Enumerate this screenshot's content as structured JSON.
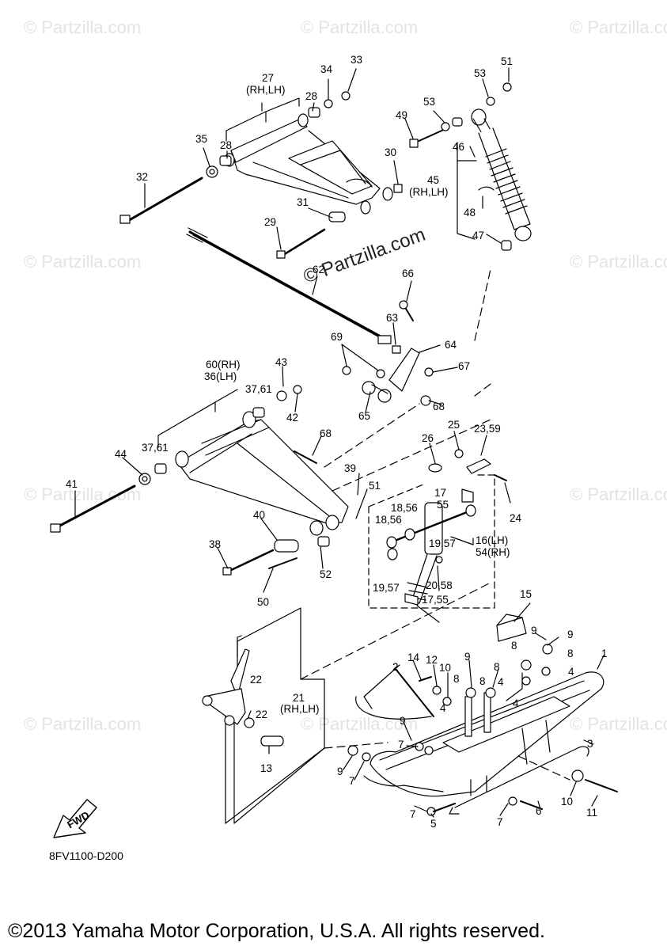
{
  "watermark": {
    "small": "© Partzilla.com",
    "large": "© Partzilla.com"
  },
  "figure_code": "8FV1100-D200",
  "fwd_label": "FWD",
  "copyright": "©2013 Yamaha Motor Corporation, U.S.A. All rights reserved.",
  "callouts": {
    "c1": "1",
    "c2": "2",
    "c3": "3",
    "c4a": "4",
    "c4b": "4",
    "c4c": "4",
    "c4d": "4",
    "c5": "5",
    "c6": "6",
    "c7a": "7",
    "c7b": "7",
    "c7c": "7",
    "c7d": "7",
    "c8a": "8",
    "c8b": "8",
    "c8c": "8",
    "c8d": "8",
    "c8e": "8",
    "c9a": "9",
    "c9b": "9",
    "c9c": "9",
    "c9d": "9",
    "c9e": "9",
    "c10a": "10",
    "c10b": "10",
    "c11": "11",
    "c12": "12",
    "c13": "13",
    "c14": "14",
    "c15": "15",
    "c16": "16(LH)",
    "c54": "54(RH)",
    "c1757a": "17,55",
    "c17": "17",
    "c55": "55",
    "c1856a": "18,56",
    "c1856b": "18,56",
    "c1957a": "19,57",
    "c1957b": "19,57",
    "c2058": "20,58",
    "c21": "21",
    "c21b": "(RH,LH)",
    "c22a": "22",
    "c22b": "22",
    "c2359": "23,59",
    "c24": "24",
    "c25": "25",
    "c26": "26",
    "c27": "27",
    "c27b": "(RH,LH)",
    "c28a": "28",
    "c28b": "28",
    "c29": "29",
    "c30": "30",
    "c31": "31",
    "c32": "32",
    "c33": "33",
    "c34": "34",
    "c35": "35",
    "c3761a": "37,61",
    "c3761b": "37,61",
    "c38": "38",
    "c39": "39",
    "c40": "40",
    "c41": "41",
    "c42": "42",
    "c43": "43",
    "c44": "44",
    "c45": "45",
    "c45b": "(RH,LH)",
    "c46": "46",
    "c47": "47",
    "c48": "48",
    "c49": "49",
    "c50": "50",
    "c51a": "51",
    "c51b": "51",
    "c52": "52",
    "c53a": "53",
    "c53b": "53",
    "c60": "60(RH)",
    "c36": "36(LH)",
    "c62": "62",
    "c63": "63",
    "c64": "64",
    "c65": "65",
    "c66": "66",
    "c67": "67",
    "c68a": "68",
    "c68b": "68",
    "c69": "69"
  },
  "colors": {
    "line": "#000000",
    "watermark": "#e3e3e3",
    "background": "#ffffff"
  }
}
